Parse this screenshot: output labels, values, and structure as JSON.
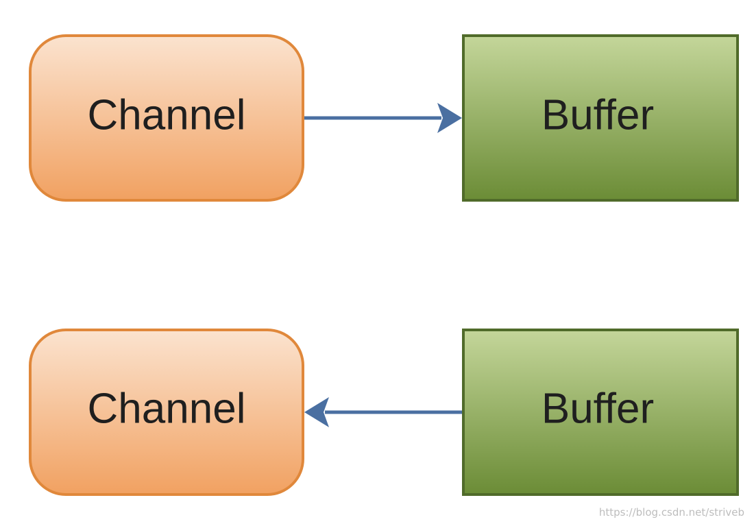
{
  "diagram": {
    "rows": [
      {
        "channel_label": "Channel",
        "buffer_label": "Buffer",
        "direction": "channel-to-buffer"
      },
      {
        "channel_label": "Channel",
        "buffer_label": "Buffer",
        "direction": "buffer-to-channel"
      }
    ],
    "colors": {
      "channel_fill_top": "#fbe3cf",
      "channel_fill_bottom": "#f1a161",
      "channel_stroke": "#e0883b",
      "buffer_fill_top": "#c4d69a",
      "buffer_fill_bottom": "#6b8c36",
      "buffer_stroke": "#506b2a",
      "arrow": "#4a6fa1"
    }
  },
  "watermark": "https://blog.csdn.net/striveb"
}
